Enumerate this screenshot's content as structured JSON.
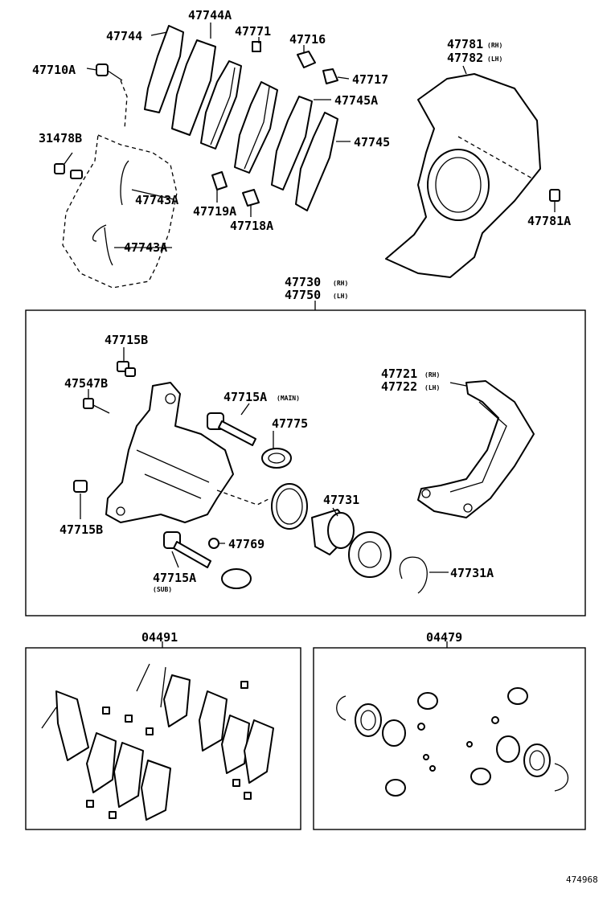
{
  "diagram_code": "474968",
  "callouts": {
    "p47744": "47744",
    "p47744A": "47744A",
    "p47771": "47771",
    "p47716": "47716",
    "p47710A": "47710A",
    "p47717": "47717",
    "p47745A": "47745A",
    "p47745": "47745",
    "p31478B": "31478B",
    "p47743A_1": "47743A",
    "p47743A_2": "47743A",
    "p47719A": "47719A",
    "p47718A": "47718A",
    "p47781": "47781",
    "p47781_side": "(RH)",
    "p47782": "47782",
    "p47782_side": "(LH)",
    "p47781A": "47781A",
    "p47730": "47730",
    "p47730_side": "(RH)",
    "p47750": "47750",
    "p47750_side": "(LH)",
    "p47715B_top": "47715B",
    "p47547B": "47547B",
    "p47715A_main": "47715A",
    "p47715A_main_note": "(MAIN)",
    "p47775": "47775",
    "p47721": "47721",
    "p47721_side": "(RH)",
    "p47722": "47722",
    "p47722_side": "(LH)",
    "p47715B_bot": "47715B",
    "p47731": "47731",
    "p47769": "47769",
    "p47715A_sub": "47715A",
    "p47715A_sub_note": "(SUB)",
    "p47731A": "47731A",
    "p04491": "04491",
    "p04479": "04479"
  }
}
